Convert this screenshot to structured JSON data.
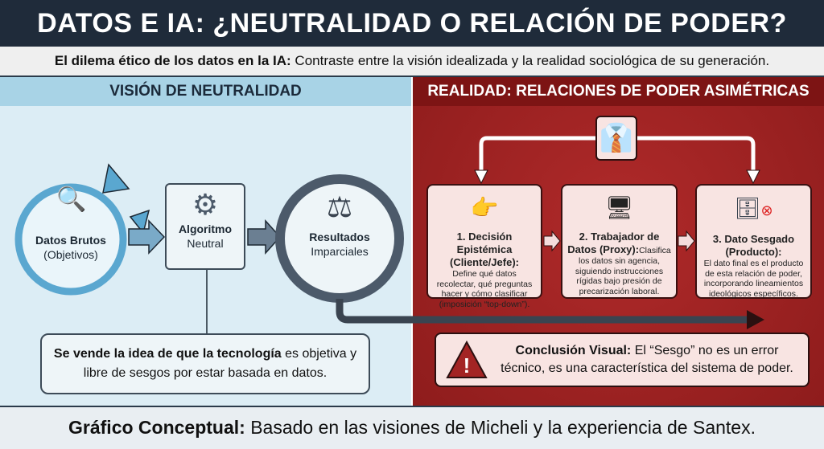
{
  "title": "DATOS E IA: ¿NEUTRALIDAD O RELACIÓN DE PODER?",
  "subtitle": {
    "bold": "El dilema ético de los datos en la IA:",
    "text": " Contraste entre la visión idealizada y la realidad sociológica de su generación."
  },
  "left": {
    "header": "VISIÓN DE NEUTRALIDAD",
    "nodes": [
      {
        "title": "Datos Brutos",
        "sub": "(Objetivos)"
      },
      {
        "title": "Algoritmo",
        "sub": "Neutral"
      },
      {
        "title": "Resultados",
        "sub": "Imparciales"
      }
    ],
    "note": {
      "bold": "Se vende la idea de que la tecnología",
      "text": " es objetiva y libre de sesgos por estar basada en datos."
    }
  },
  "right": {
    "header": "REALIDAD: RELACIONES DE PODER ASIMÉTRICAS",
    "steps": [
      {
        "title": "1. Decisión Epistémica (Cliente/Jefe):",
        "text": "Define qué datos recolectar, qué preguntas hacer y cómo clasificar (imposición “top-down”)."
      },
      {
        "title": "2. Trabajador de Datos (Proxy):",
        "text": "Clasifica los datos sin agencia, siguiendo instrucciones rígidas bajo presión de precarización laboral."
      },
      {
        "title": "3. Dato Sesgado (Producto):",
        "text": "El dato final es el producto de esta relación de poder, incorporando lineamientos ideológicos específicos."
      }
    ],
    "conclusion": {
      "bold": "Conclusión Visual:",
      "text": " El “Sesgo” no es un error técnico, es una característica del sistema de poder."
    }
  },
  "footer": {
    "bold": "Gráfico Conceptual:",
    "text": " Basado en las visiones de Micheli y la experiencia de Santex."
  }
}
